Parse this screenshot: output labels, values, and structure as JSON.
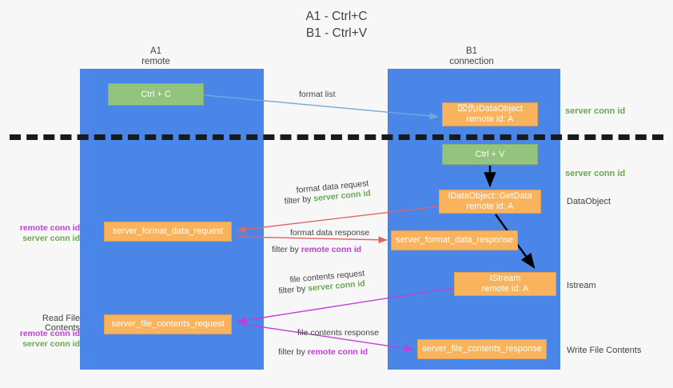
{
  "title": "A1 - Ctrl+C\nB1 - Ctrl+V",
  "columns": {
    "a1": {
      "name": "A1",
      "role": "remote"
    },
    "b1": {
      "name": "B1",
      "role": "connection"
    }
  },
  "nodes": {
    "ctrl_c": {
      "label": "Ctrl + C",
      "color": "#93c47d"
    },
    "idataobject": {
      "line1": "⌧仇IDataObject",
      "line2": "remote id: A",
      "color": "#f9b35c"
    },
    "ctrl_v": {
      "label": "Ctrl + V",
      "color": "#93c47d"
    },
    "getdata": {
      "line1": "IDataObject::GetData",
      "line2": "remote id: A",
      "color": "#f9b35c"
    },
    "istream": {
      "line1": "IStream",
      "line2": "remote id: A",
      "color": "#f9b35c"
    },
    "server_format_data_request": {
      "label": "server_format_data_request",
      "color": "#f9b35c"
    },
    "server_format_data_response": {
      "label": "server_format_data_response",
      "color": "#f9b35c"
    },
    "server_file_contents_request": {
      "label": "server_file_contents_request",
      "color": "#f9b35c"
    },
    "server_file_contents_response": {
      "label": "server_file_contents_response",
      "color": "#f9b35c"
    }
  },
  "edges": {
    "format_list": "format list",
    "format_data_request": "format data request",
    "format_data_request_filter_prefix": "filter by ",
    "format_data_request_filter_key": "server conn id",
    "format_data_response": "format data response",
    "format_data_response_filter_prefix": "filter by ",
    "format_data_response_filter_key": "remote conn id",
    "file_contents_request": "file contents request",
    "file_contents_request_filter_prefix": "filter by ",
    "file_contents_request_filter_key": "server conn id",
    "file_contents_response": "file contents response",
    "file_contents_response_filter_prefix": "filter by ",
    "file_contents_response_filter_key": "remote conn id"
  },
  "right_labels": {
    "server_conn_id_top": "server conn id",
    "server_conn_id_mid": "server conn id",
    "dataobject": "DataObject",
    "istream": "Istream",
    "write_file_contents": "Write File Contents"
  },
  "left_labels": {
    "remote_conn_id_1": "remote conn id",
    "server_conn_id_1": "server conn id",
    "read_file_contents": "Read File Contents",
    "remote_conn_id_2": "remote conn id",
    "server_conn_id_2": "server conn id"
  },
  "colors": {
    "lane": "#4a86e8",
    "green_node": "#93c47d",
    "orange_node": "#f9b35c",
    "server_conn_id": "#6aa84f",
    "remote_conn_id": "#c13fd6",
    "arrow_blue": "#6fa8dc",
    "arrow_red": "#e06666",
    "arrow_magenta": "#c13fd6",
    "arrow_black": "#000000",
    "background": "#f7f7f7"
  }
}
